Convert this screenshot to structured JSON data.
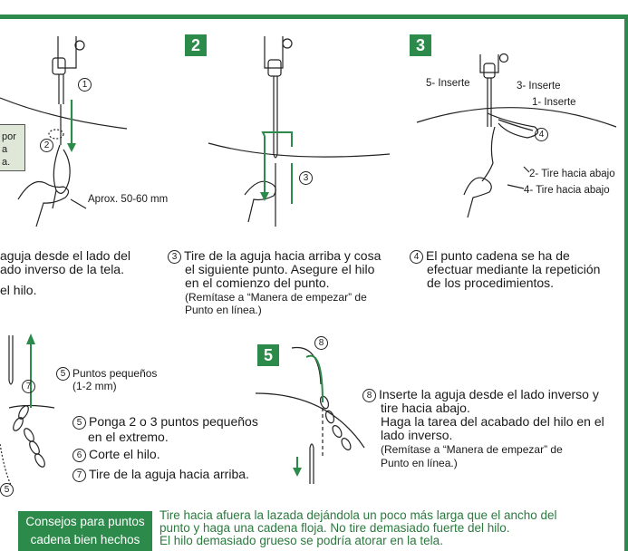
{
  "steps": {
    "s2": "2",
    "s3": "3",
    "s5": "5"
  },
  "panel1": {
    "box_lines": [
      "por",
      "a",
      "a."
    ],
    "circle1": "1",
    "circle2": "2",
    "measure": "Aprox. 50-60 mm",
    "caption_lines": [
      "aguja desde el lado del",
      "ado inverso de la tela.",
      "el hilo."
    ]
  },
  "panel2": {
    "circle3": "3",
    "num": "3",
    "caption_lines": [
      "Tire de la aguja hacia arriba y cosa",
      "el siguiente punto. Asegure el hilo",
      "en el comienzo del punto."
    ],
    "note_lines": [
      "(Remítase a “Manera de empezar” de",
      "Punto en línea.)"
    ]
  },
  "panel3": {
    "label5": "5- Inserte",
    "label3": "3- Inserte",
    "label1": "1- Inserte",
    "circle4": "4",
    "label2": "2- Tire hacia abajo",
    "label4": "4- Tire hacia abajo",
    "num": "4",
    "caption_lines": [
      "El punto cadena se ha de",
      "efectuar mediante la repetición",
      "de los procedimientos."
    ]
  },
  "panel4": {
    "circle7": "7",
    "small_num": "5",
    "small_lines": [
      "Puntos pequeños",
      "(1-2 mm)"
    ],
    "circle5b": "5",
    "item5_lines": [
      "Ponga 2 o 3 puntos pequeños",
      "en el extremo."
    ],
    "n5": "5",
    "n6": "6",
    "item6": "Corte el hilo.",
    "n7": "7",
    "item7": "Tire de la aguja hacia arriba."
  },
  "panel5": {
    "circle8": "8",
    "num": "8",
    "caption_lines": [
      "Inserte la aguja desde el lado inverso y",
      "tire hacia abajo.",
      "Haga la tarea del acabado del hilo en el",
      "lado inverso."
    ],
    "note_lines": [
      "(Remítase a “Manera de empezar” de",
      "Punto en línea.)"
    ]
  },
  "tips": {
    "box_lines": [
      "Consejos para puntos",
      "cadena bien hechos"
    ],
    "text_lines": [
      "Tire hacia afuera la lazada dejándola un poco más larga que el ancho del",
      "punto y haga una cadena floja. No tire demasiado fuerte del hilo.",
      "El hilo demasiado grueso se podría atorar en la tela."
    ]
  },
  "colors": {
    "accent": "#2c8a4a",
    "tip_text": "#2a7a3e"
  }
}
